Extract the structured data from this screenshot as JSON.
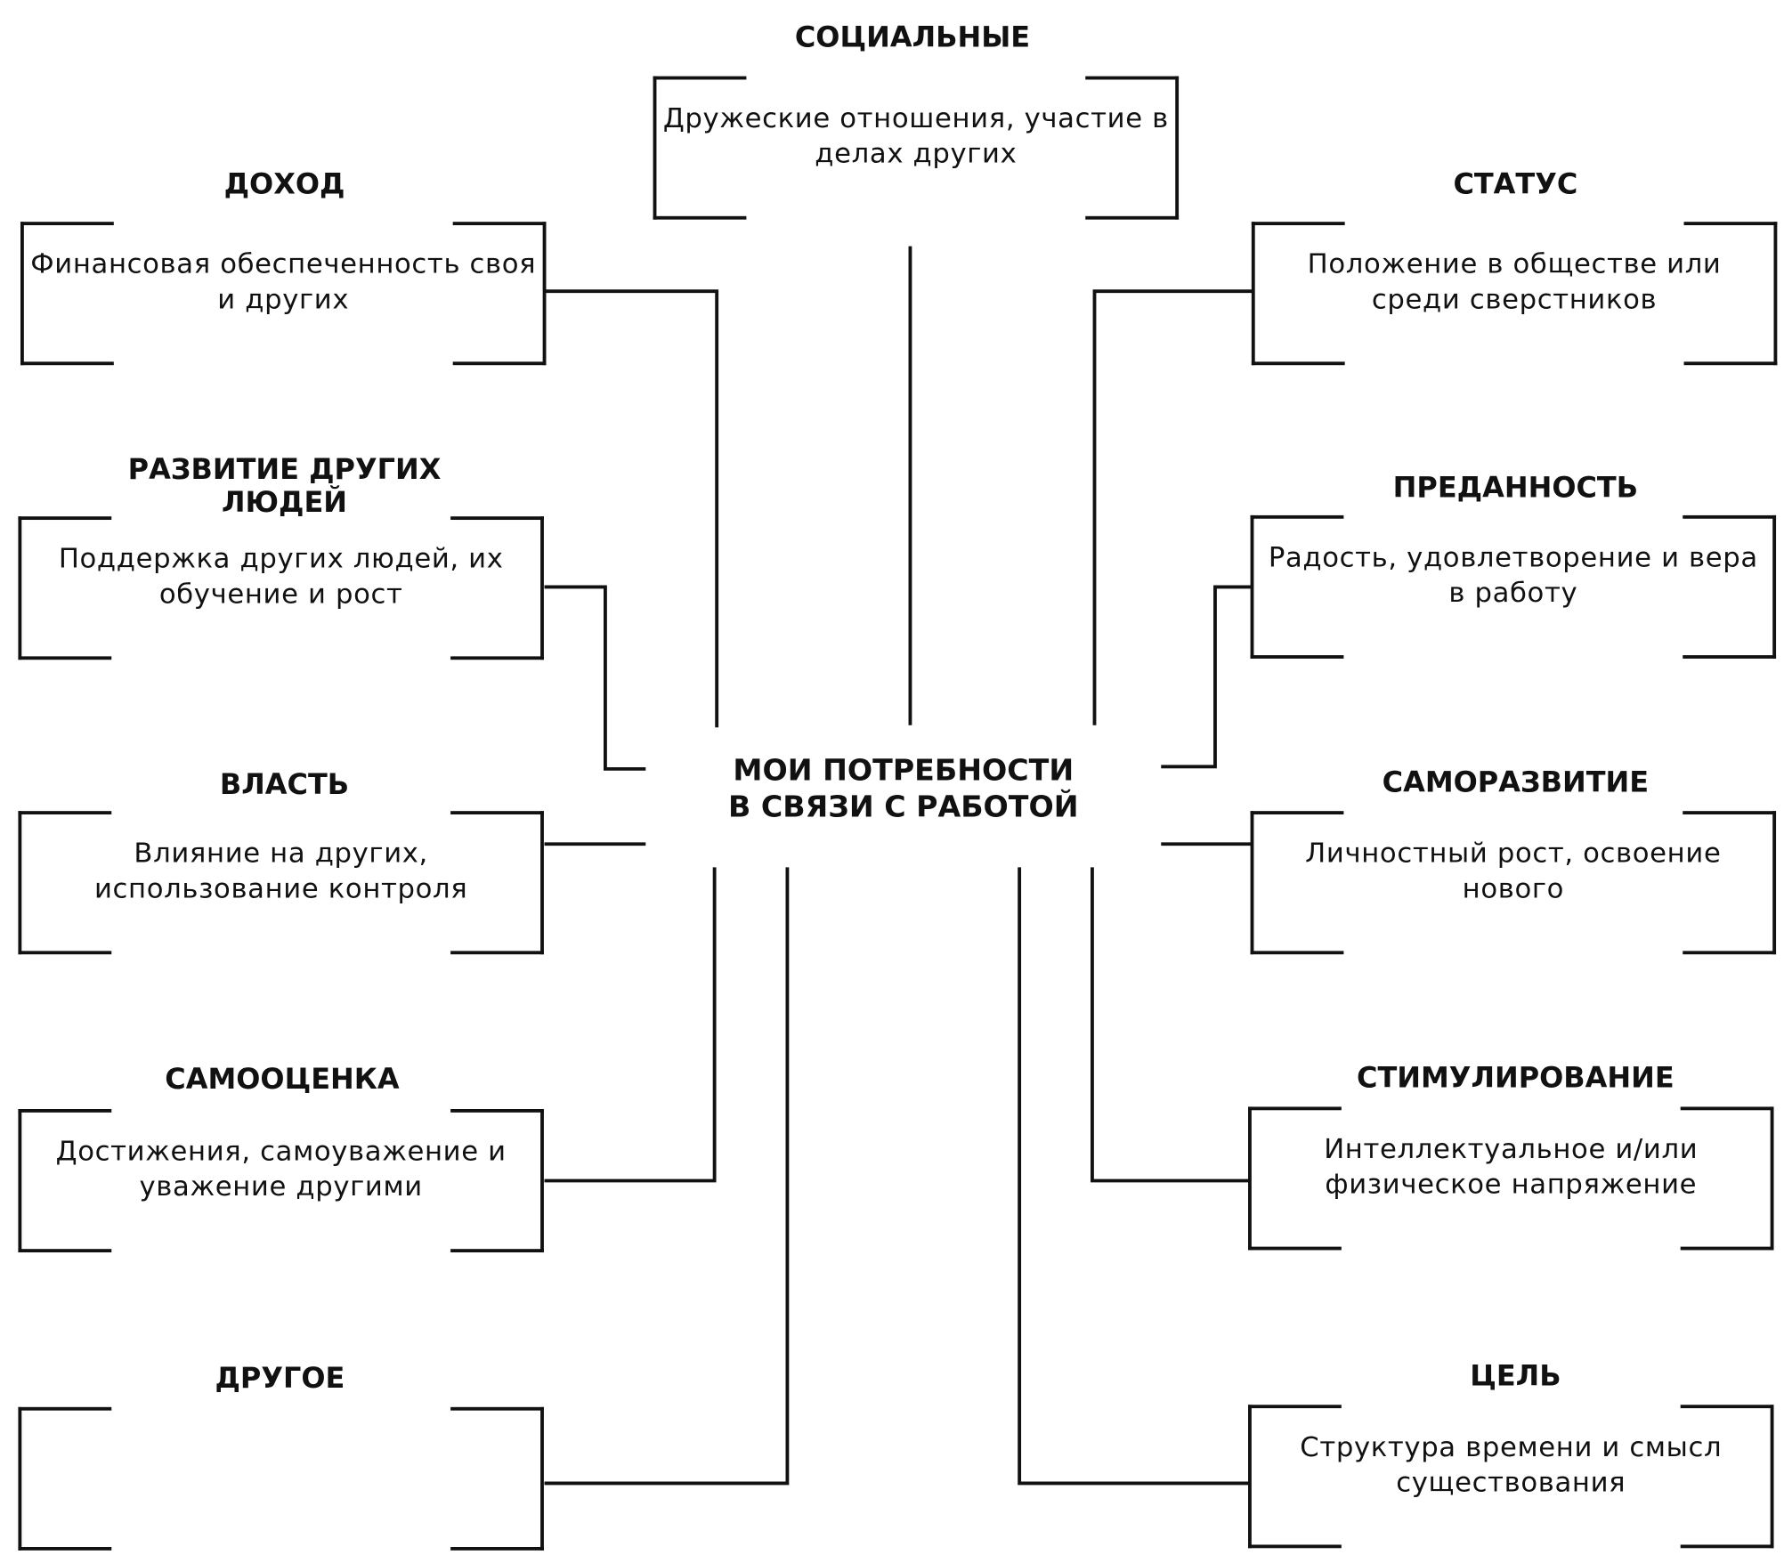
{
  "center": {
    "line1": "МОИ ПОТРЕБНОСТИ",
    "line2": "В СВЯЗИ С РАБОТОЙ"
  },
  "nodes": {
    "social": {
      "title": "СОЦИАЛЬНЫЕ",
      "text": "Дружеские отношения, участие в делах других"
    },
    "income": {
      "title": "ДОХОД",
      "text": "Финансовая обеспеченность своя и других"
    },
    "development_others": {
      "title_line1": "РАЗВИТИЕ ДРУГИХ",
      "title_line2": "ЛЮДЕЙ",
      "text": "Поддержка других людей, их обучение и рост"
    },
    "power": {
      "title": "ВЛАСТЬ",
      "text": "Влияние на других, использование контроля"
    },
    "self_esteem": {
      "title": "САМООЦЕНКА",
      "text": "Достижения, самоуважение и уважение другими"
    },
    "other": {
      "title": "ДРУГОЕ",
      "text": ""
    },
    "status": {
      "title": "СТАТУС",
      "text": "Положение в обществе или среди сверстников"
    },
    "devotion": {
      "title": "ПРЕДАННОСТЬ",
      "text": "Радость, удовлетворение и вера в работу"
    },
    "self_development": {
      "title": "САМОРАЗВИТИЕ",
      "text": "Личностный рост, освоение нового"
    },
    "stimulation": {
      "title": "СТИМУЛИРОВАНИЕ",
      "text": "Интеллектуальное и/или физическое напряжение"
    },
    "goal": {
      "title": "ЦЕЛЬ",
      "text": "Структура времени и смысл существования"
    }
  }
}
